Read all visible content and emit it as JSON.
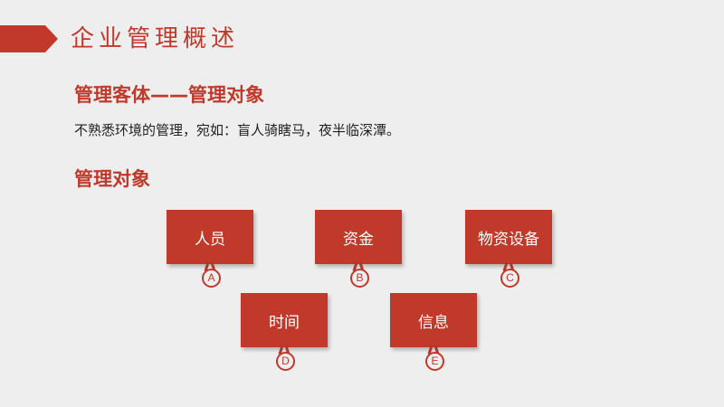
{
  "slide": {
    "title": "企业管理概述",
    "heading_subject": "管理客体——管理对象",
    "body_text": "不熟悉环境的管理，宛如：盲人骑瞎马，夜半临深潭。",
    "heading_objects": "管理对象"
  },
  "items": [
    {
      "label": "人员",
      "badge": "A"
    },
    {
      "label": "资金",
      "badge": "B"
    },
    {
      "label": "物资设备",
      "badge": "C"
    },
    {
      "label": "时间",
      "badge": "D"
    },
    {
      "label": "信息",
      "badge": "E"
    }
  ],
  "colors": {
    "accent": "#c0392b",
    "background": "#efeeee"
  }
}
